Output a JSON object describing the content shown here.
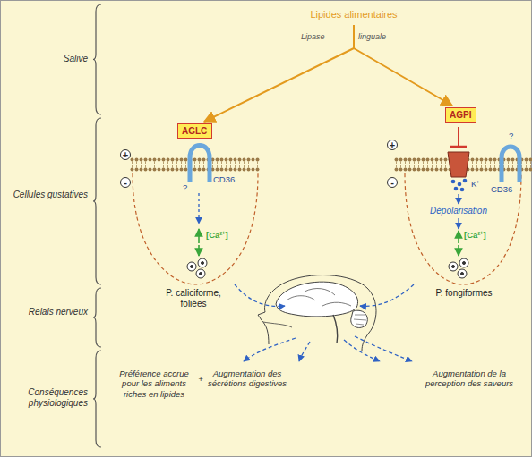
{
  "diagram": {
    "nodes": [
      {
        "text": [
          "AGLC"
        ]
      },
      {
        "text": [
          "AGPI"
        ]
      }
    ],
    "labels": [
      "Salive",
      "Cellules gustatives",
      "Relais nerveux",
      "Conséquences physiologiques",
      "Lipides alimentaires",
      "Lipase",
      "linguale",
      "+",
      "-",
      "CD36",
      "?",
      "[Ca²⁺]",
      "+",
      "-",
      "?",
      "CD36",
      "K⁺",
      "Dépolarisation",
      "[Ca²⁺]",
      "P. caliciforme, foliées",
      "P. fongiformes",
      "Préférence accrue pour les aliments riches en lipides",
      "+",
      "Augmentation des sécrétions digestives",
      "Augmentation de la perception des saveurs"
    ]
  }
}
